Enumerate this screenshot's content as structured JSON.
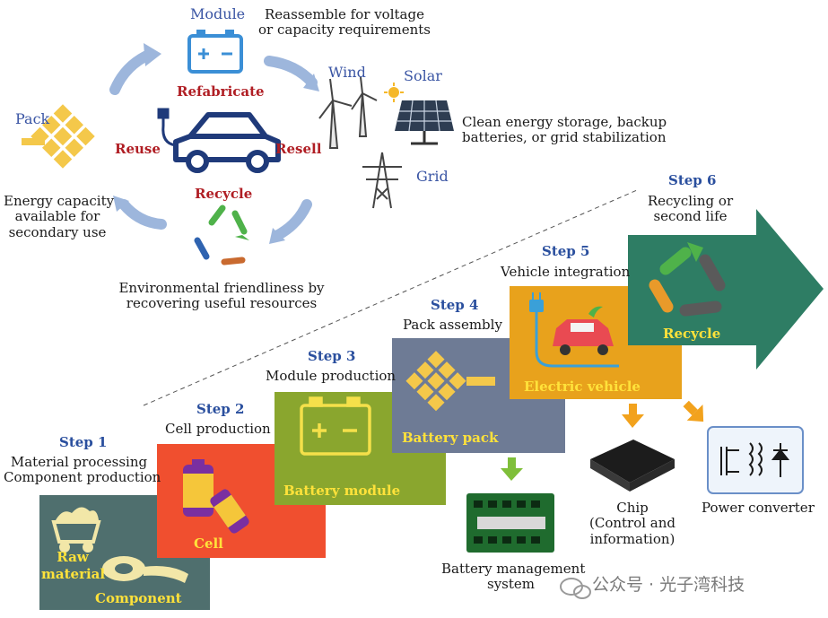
{
  "cycle": {
    "module_label": "Module",
    "reassemble_text": [
      "Reassemble for voltage",
      "or capacity requirements"
    ],
    "refabricate_label": "Refabricate",
    "wind_label": "Wind",
    "solar_label": "Solar",
    "clean_energy_text": [
      "Clean energy storage, backup",
      "batteries, or grid stabilization"
    ],
    "grid_label": "Grid",
    "pack_label": "Pack",
    "reuse_label": "Reuse",
    "resell_label": "Resell",
    "recycle_label": "Recycle",
    "energy_capacity_text": [
      "Energy capacity",
      "available for",
      "secondary use"
    ],
    "env_text": [
      "Environmental friendliness by",
      "recovering useful resources"
    ]
  },
  "steps": [
    {
      "step": "Step 1",
      "desc": [
        "Material processing",
        "Component production"
      ],
      "labels": [
        "Raw",
        "material",
        "Component"
      ],
      "color": "#4f6f6e"
    },
    {
      "step": "Step 2",
      "desc": [
        "Cell production"
      ],
      "labels": [
        "Cell"
      ],
      "color": "#f04f2f"
    },
    {
      "step": "Step 3",
      "desc": [
        "Module production"
      ],
      "labels": [
        "Battery module"
      ],
      "color": "#8aa62e"
    },
    {
      "step": "Step 4",
      "desc": [
        "Pack assembly"
      ],
      "labels": [
        "Battery pack"
      ],
      "color": "#6e7b95"
    },
    {
      "step": "Step 5",
      "desc": [
        "Vehicle integration"
      ],
      "labels": [
        "Electric vehicle"
      ],
      "color": "#e8a21c"
    },
    {
      "step": "Step 6",
      "desc": [
        "Recycling or",
        "second life"
      ],
      "labels": [
        "Recycle"
      ],
      "color": "#2e7d64"
    }
  ],
  "components": {
    "bms_label": [
      "Battery management",
      "system"
    ],
    "chip_label": [
      "Chip",
      "(Control and",
      "information)"
    ],
    "power_label": "Power converter"
  },
  "watermark": "公众号 · 光子湾科技"
}
